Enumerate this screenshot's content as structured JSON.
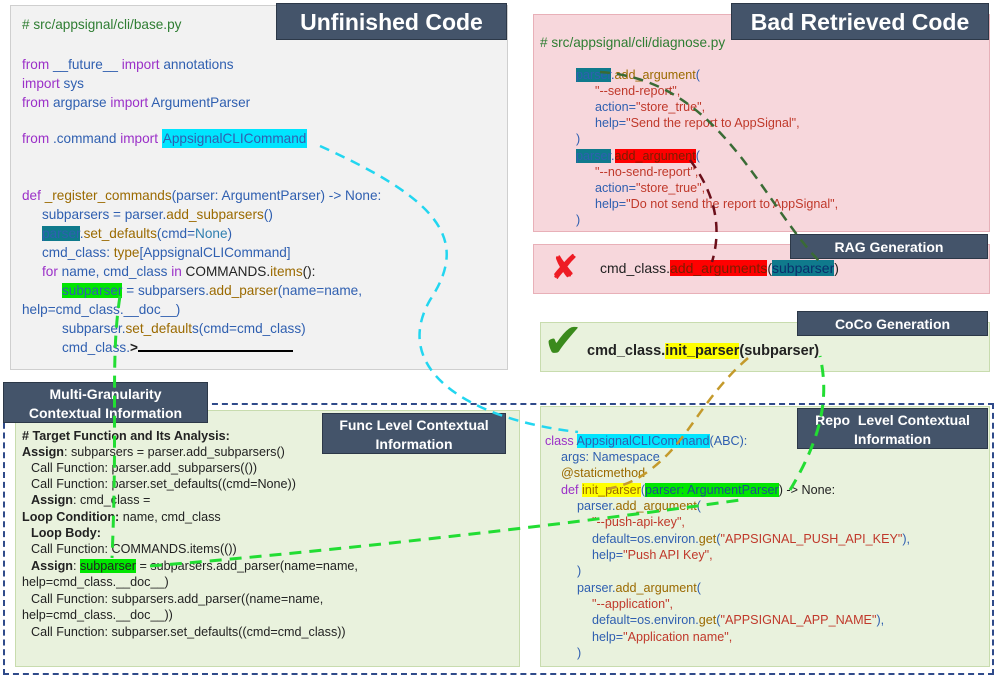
{
  "titles": {
    "unfinished": "Unfinished Code",
    "bad_retrieved": "Bad Retrieved Code",
    "rag": "RAG Generation",
    "coco": "CoCo Generation",
    "multi": "Multi-Granularity\nContextual Information",
    "func_level": "Func Level Contextual\nInformation",
    "repo_level": "Repo  Level Contextual\nInformation"
  },
  "unfinished": {
    "path": "# src/appsignal/cli/base.py",
    "l1a": "from ",
    "l1b": "__future__",
    "l1c": " import ",
    "l1d": "annotations",
    "l2a": "import ",
    "l2b": "sys",
    "l3a": "from ",
    "l3b": "argparse",
    "l3c": " import ",
    "l3d": "ArgumentParser",
    "l4a": "from ",
    "l4b": ".command",
    "l4c": " import ",
    "l4d": "AppsignalCLICommand",
    "l5a": "def ",
    "l5b": "_register_commands",
    "l5c": "(parser: ",
    "l5d": "ArgumentParser",
    "l5e": ") -> ",
    "l5f": "None:",
    "l6a": "subparsers = parser.",
    "l6b": "add_subparsers",
    "l6c": "()",
    "l7a": "parser",
    "l7b": ".",
    "l7c": "set_defaults",
    "l7d": "(cmd=",
    "l7e": "None",
    "l7f": ")",
    "l8a": "cmd_class: ",
    "l8b": "type",
    "l8c": "[AppsignalCLICommand]",
    "l9a": "for ",
    "l9b": "name, cmd_class ",
    "l9c": "in ",
    "l9d": "COMMANDS.",
    "l9e": "items",
    "l9f": "():",
    "l10a": "subparser",
    "l10b": " = subparsers.",
    "l10c": "add_parser",
    "l10d": "(name=name,",
    "l11": "help=cmd_class.__doc__)",
    "l12a": "subparser.",
    "l12b": "set_default",
    "l12c": "s(cmd=cmd_class)",
    "l13a": "cmd_class.",
    "l13b": ">"
  },
  "bad": {
    "path": "# src/appsignal/cli/diagnose.py",
    "p1a": "parser",
    "p1b": ".",
    "p1c": "add_argument",
    "p1d": "(",
    "p2": "\"--send-report\",",
    "p3a": "action=",
    "p3b": "\"store_true\",",
    "p4a": "help=",
    "p4b": "\"Send the report to AppSignal\",",
    "p5": ")",
    "p6a": "parser",
    "p6b": ".",
    "p6c": "add_argument",
    "p6d": "(",
    "p7": "\"--no-send-report\",",
    "p8a": "action=",
    "p8b": "\"store_true\",",
    "p9a": "help=",
    "p9b": "\"Do not send the report to AppSignal\",",
    "p10": ")"
  },
  "rag": {
    "a": "cmd_class.",
    "b": "add_arguments",
    "c": "(",
    "d": "subparser",
    "e": ")",
    "mark": "✘"
  },
  "coco": {
    "a": "cmd_class.",
    "b": "init_parser",
    "c": "(subparser)",
    "mark": "✔"
  },
  "func": {
    "h1": "# Target Function and Its Analysis:",
    "a1a": "Assign",
    "a1b": ": subparsers = parser.add_subparsers()",
    "c1": "Call Function: parser.add_subparsers(())",
    "c2": "Call Function: parser.set_defaults((cmd=None))",
    "a2a": "Assign",
    "a2b": ": cmd_class =",
    "lc_a": "Loop Condition:",
    "lc_b": " name, cmd_class",
    "lb": "Loop Body:",
    "c3": "Call Function: COMMANDS.items(())",
    "a3a": "Assign",
    "a3b": ": ",
    "a3c": "subparser",
    "a3d": " = subparsers.add_parser(name=name,",
    "a3e": "help=cmd_class.__doc__)",
    "c4": "Call Function: subparsers.add_parser((name=name,",
    "c4b": "help=cmd_class.__doc__))",
    "c5": "Call Function: subparser.set_defaults((cmd=cmd_class))"
  },
  "repo": {
    "r1a": "class ",
    "r1b": "AppsignalCLICommand",
    "r1c": "(ABC):",
    "r2a": "args: ",
    "r2b": "Namespace",
    "r3": "@staticmethod",
    "r4a": "def ",
    "r4b": "init_parser",
    "r4c": "(",
    "r4d": "parser: ArgumentParser",
    "r4e": ") -> None:",
    "r5a": "parser.",
    "r5b": "add_argument",
    "r5c": "(",
    "r6": "\"--push-api-key\",",
    "r7a": "default=",
    "r7b": "os.environ.",
    "r7c": "get",
    "r7d": "(",
    "r7e": "\"APPSIGNAL_PUSH_API_KEY\"",
    "r7f": "),",
    "r8a": "help=",
    "r8b": "\"Push API Key\",",
    "r9": ")",
    "r10a": "parser.",
    "r10b": "add_argument",
    "r10c": "(",
    "r11": "\"--application\",",
    "r12a": "default=",
    "r12b": "os.environ.",
    "r12c": "get",
    "r12d": "(",
    "r12e": "\"APPSIGNAL_APP_NAME\"",
    "r12f": "),",
    "r13a": "help=",
    "r13b": "\"Application name\",",
    "r14": ")"
  },
  "colors": {
    "gray_panel": "#f2f2f2",
    "pink_panel": "#f7d7dc",
    "green_panel": "#e9f2dd",
    "tag": "#44546a",
    "cyan": "#00e5ff",
    "teal": "#0f7a8c",
    "red": "#ff0000",
    "green": "#00e600",
    "yellow": "#ffff00",
    "dash_blue": "#2f4a8a"
  }
}
